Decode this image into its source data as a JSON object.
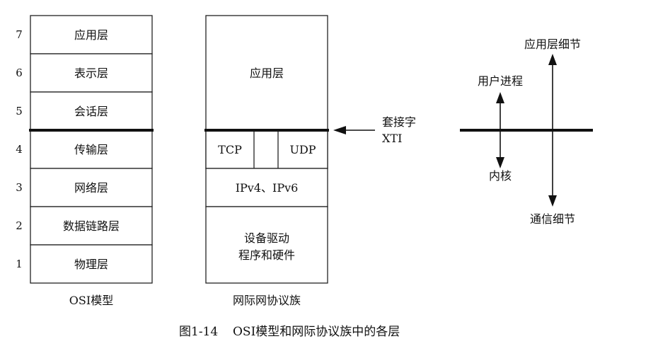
{
  "osi": {
    "title": "OSI模型",
    "layers": [
      {
        "number": "7",
        "name": "应用层"
      },
      {
        "number": "6",
        "name": "表示层"
      },
      {
        "number": "5",
        "name": "会话层"
      },
      {
        "number": "4",
        "name": "传输层"
      },
      {
        "number": "3",
        "name": "网络层"
      },
      {
        "number": "2",
        "name": "数据链路层"
      },
      {
        "number": "1",
        "name": "物理层"
      }
    ]
  },
  "internet": {
    "title": "网际网协议族",
    "application": "应用层",
    "tcp": "TCP",
    "udp": "UDP",
    "ip": "IPv4、IPv6",
    "device_line1": "设备驱动",
    "device_line2": "程序和硬件"
  },
  "socket": {
    "line1": "套接字",
    "line2": "XTI"
  },
  "side": {
    "app_detail": "应用层细节",
    "user_process": "用户进程",
    "kernel": "内核",
    "comm_detail": "通信细节"
  },
  "caption": {
    "figure": "图1-14",
    "text": "OSI模型和网际协议族中的各层"
  }
}
